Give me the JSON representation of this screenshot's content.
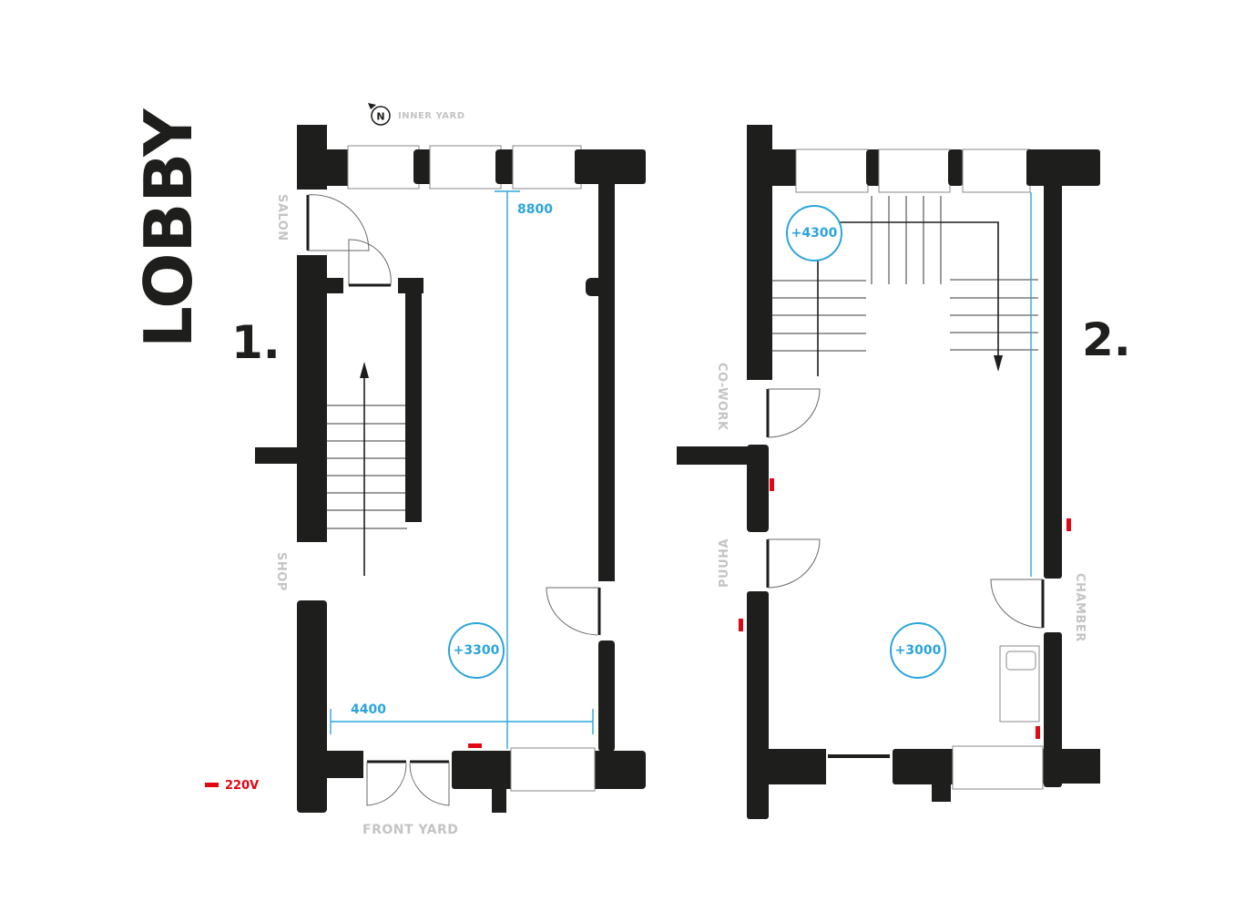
{
  "title": "LOBBY",
  "compass": {
    "icon": "north-compass-icon",
    "letter": "N",
    "label": "INNER YARD"
  },
  "floors": [
    {
      "number": "1.",
      "rooms": [
        "SALON",
        "SHOP",
        "FRONT YARD"
      ],
      "level": "+3300",
      "dimensions": {
        "height": "8800",
        "width": "4400"
      }
    },
    {
      "number": "2.",
      "rooms": [
        "CO-WORK",
        "PUUHA",
        "CHAMBER"
      ],
      "levels": [
        "+4300",
        "+3000"
      ]
    }
  ],
  "legend": {
    "icon": "power-outlet-icon",
    "label": "220V"
  },
  "colors": {
    "wall": "#1e1e1c",
    "dimension": "#2aa5dc",
    "outlet": "#e30613",
    "room_label": "#c4c4c4"
  }
}
